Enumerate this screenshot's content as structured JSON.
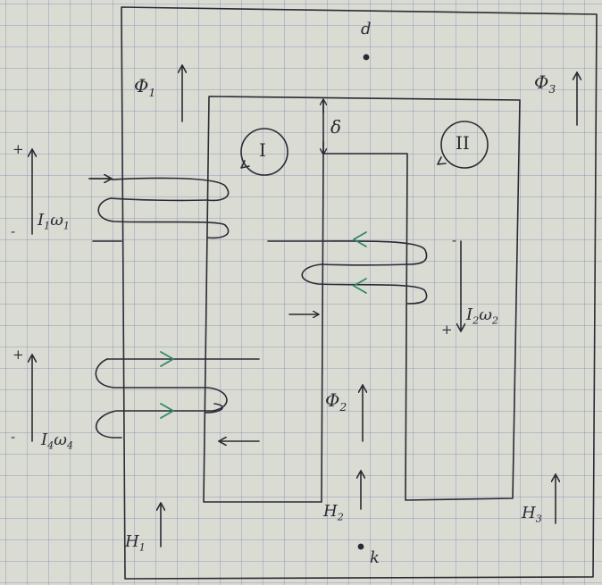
{
  "labels": {
    "phi1": {
      "sym": "Φ",
      "sub": "1"
    },
    "phi2": {
      "sym": "Φ",
      "sub": "2"
    },
    "phi3": {
      "sym": "Φ",
      "sub": "3"
    },
    "h1": {
      "sym": "H",
      "sub": "1"
    },
    "h2": {
      "sym": "H",
      "sub": "2"
    },
    "h3": {
      "sym": "H",
      "sub": "3"
    },
    "i1w1": {
      "a": "I",
      "a_sub": "1",
      "b": "ω",
      "b_sub": "1"
    },
    "i2w2": {
      "a": "I",
      "a_sub": "2",
      "b": "ω",
      "b_sub": "2"
    },
    "i4w4": {
      "a": "I",
      "a_sub": "4",
      "b": "ω",
      "b_sub": "4"
    },
    "delta": "δ",
    "point_d": "d",
    "point_k": "k",
    "loop1": "I",
    "loop2": "II",
    "plus": "+",
    "minus": "-"
  },
  "colors": {
    "ink": "#2a2a33",
    "green": "#2f8a66",
    "paper": "#dadbd3",
    "grid": "#6e82af"
  }
}
